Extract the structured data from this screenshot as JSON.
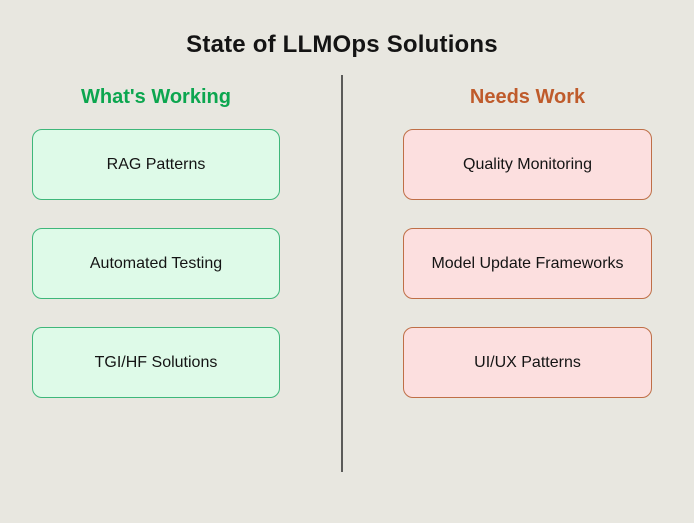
{
  "title": "State of LLMOps Solutions",
  "colors": {
    "background": "#e8e7e0",
    "text": "#141414",
    "divider": "#5b5b59",
    "left_header": "#0ca64f",
    "left_box_fill": "#defae8",
    "left_box_border": "#3eb77a",
    "right_header": "#bf5b2b",
    "right_box_fill": "#fcdfdf",
    "right_box_border": "#bf6f47"
  },
  "columns": [
    {
      "id": "whats-working",
      "header": "What's Working",
      "items": [
        "RAG Patterns",
        "Automated Testing",
        "TGI/HF Solutions"
      ]
    },
    {
      "id": "needs-work",
      "header": "Needs Work",
      "items": [
        "Quality Monitoring",
        "Model Update Frameworks",
        "UI/UX Patterns"
      ]
    }
  ]
}
